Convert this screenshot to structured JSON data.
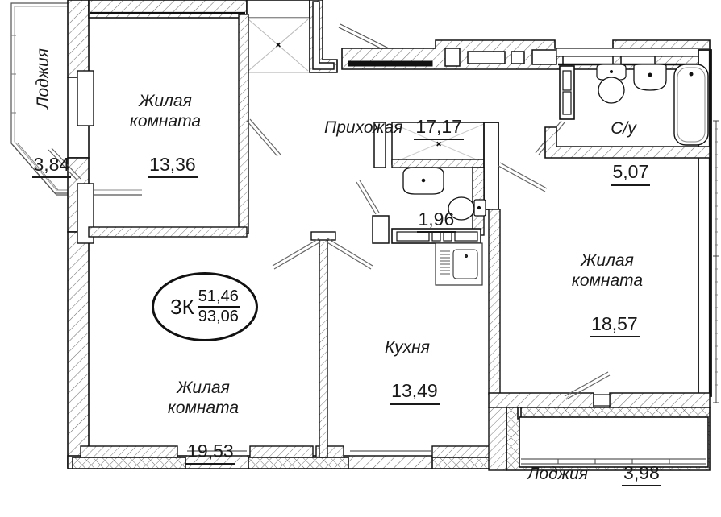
{
  "plan": {
    "type": "apartment-floor-plan",
    "units": "square meters",
    "badge": {
      "kind": "3К",
      "living_area": "51,46",
      "total_area": "93,06"
    },
    "rooms": [
      {
        "id": "loggia-left",
        "name": "Лоджия",
        "area": "3,84",
        "orientation": "vertical"
      },
      {
        "id": "living-room-top",
        "name": "Жилая\nкомната",
        "area": "13,36",
        "orientation": "horizontal"
      },
      {
        "id": "hallway",
        "name": "Прихожая",
        "area": "17,17",
        "orientation": "inline"
      },
      {
        "id": "bathroom-wc",
        "name": "С/у",
        "area": "5,07",
        "orientation": "horizontal"
      },
      {
        "id": "wc-small",
        "name": "",
        "area": "1,96",
        "orientation": "horizontal"
      },
      {
        "id": "living-room-right",
        "name": "Жилая\nкомната",
        "area": "18,57",
        "orientation": "horizontal"
      },
      {
        "id": "living-room-bottom",
        "name": "Жилая\nкомната",
        "area": "19,53",
        "orientation": "horizontal"
      },
      {
        "id": "kitchen",
        "name": "Кухня",
        "area": "13,49",
        "orientation": "horizontal"
      },
      {
        "id": "loggia-bottom",
        "name": "Лоджия",
        "area": "3,98",
        "orientation": "inline"
      }
    ],
    "fixtures": [
      "toilet",
      "sink",
      "bathtub",
      "washbasin",
      "kitchen-sink",
      "kitchen-counter",
      "water-heater",
      "closet-niche",
      "ventilation-shaft"
    ],
    "colors": {
      "wall": "#111111",
      "hatch": "#5d5d5d",
      "thin_line": "#2a2a2a",
      "text": "#1a1a1a",
      "background": "#ffffff"
    }
  }
}
